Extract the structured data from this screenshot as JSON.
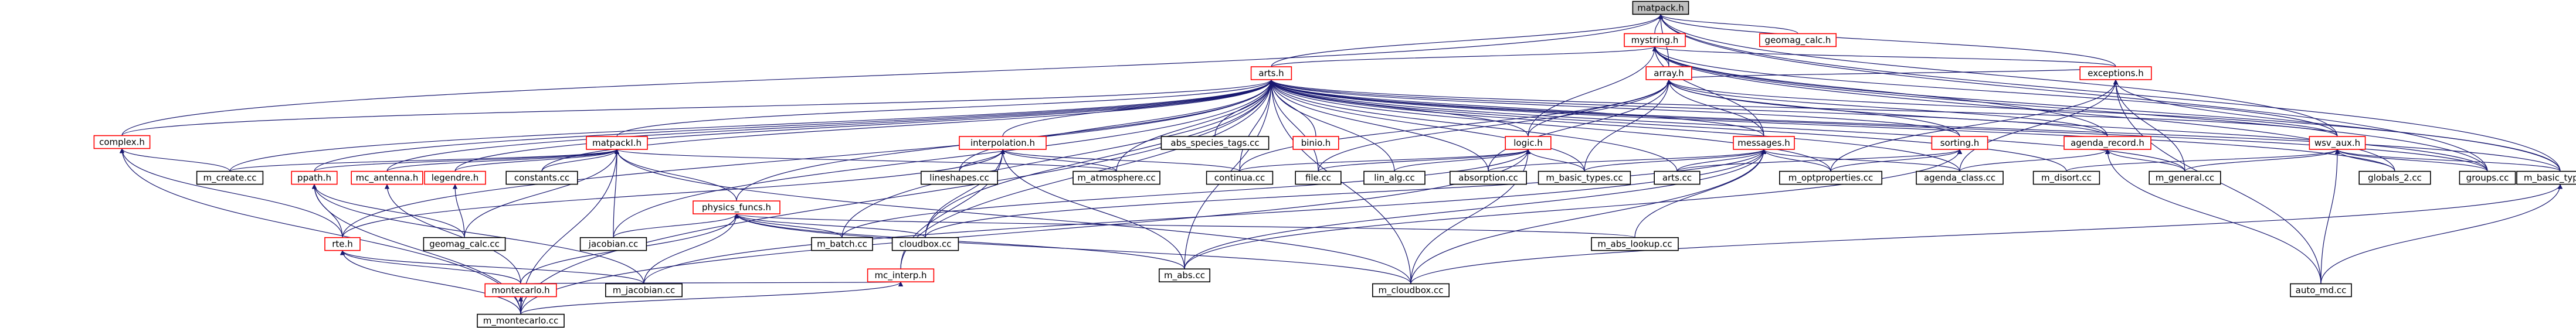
{
  "diagram": {
    "colors": {
      "edge": "#191970",
      "node_border_black": "#000000",
      "node_border_red": "#ff0000",
      "focus_fill": "#bfbfbf",
      "node_fill": "#ffffff",
      "text": "#000000"
    },
    "nodes": [
      {
        "id": "matpack_h_top",
        "label": "matpack.h",
        "style": "focus"
      },
      {
        "id": "geomag_calc_h",
        "label": "geomag_calc.h",
        "style": "red"
      },
      {
        "id": "mystring_h",
        "label": "mystring.h",
        "style": "red"
      },
      {
        "id": "arts_h",
        "label": "arts.h",
        "style": "red"
      },
      {
        "id": "array_h",
        "label": "array.h",
        "style": "red"
      },
      {
        "id": "exceptions_h",
        "label": "exceptions.h",
        "style": "red"
      },
      {
        "id": "complex_h",
        "label": "complex.h",
        "style": "red"
      },
      {
        "id": "matpackI_h",
        "label": "matpackI.h",
        "style": "red"
      },
      {
        "id": "abs_species_tags_cc",
        "label": "abs_species_tags.cc",
        "style": "black"
      },
      {
        "id": "binio_h",
        "label": "binio.h",
        "style": "red"
      },
      {
        "id": "interpolation_h",
        "label": "interpolation.h",
        "style": "red"
      },
      {
        "id": "logic_h",
        "label": "logic.h",
        "style": "red"
      },
      {
        "id": "messages_h",
        "label": "messages.h",
        "style": "red"
      },
      {
        "id": "sorting_h",
        "label": "sorting.h",
        "style": "red"
      },
      {
        "id": "agenda_record_h",
        "label": "agenda_record.h",
        "style": "red"
      },
      {
        "id": "wsv_aux_h",
        "label": "wsv_aux.h",
        "style": "red"
      },
      {
        "id": "m_create_cc",
        "label": "m_create.cc",
        "style": "black"
      },
      {
        "id": "ppath_h",
        "label": "ppath.h",
        "style": "red"
      },
      {
        "id": "mc_antenna_h",
        "label": "mc_antenna.h",
        "style": "red"
      },
      {
        "id": "legendre_h",
        "label": "legendre.h",
        "style": "red"
      },
      {
        "id": "constants_cc",
        "label": "constants.cc",
        "style": "black"
      },
      {
        "id": "physics_funcs_h",
        "label": "physics_funcs.h",
        "style": "red"
      },
      {
        "id": "lineshapes_cc",
        "label": "lineshapes.cc",
        "style": "black"
      },
      {
        "id": "m_atmosphere_cc",
        "label": "m_atmosphere.cc",
        "style": "black"
      },
      {
        "id": "continua_cc",
        "label": "continua.cc",
        "style": "black"
      },
      {
        "id": "file_cc",
        "label": "file.cc",
        "style": "black"
      },
      {
        "id": "lin_alg_cc",
        "label": "lin_alg.cc",
        "style": "black"
      },
      {
        "id": "absorption_cc",
        "label": "absorption.cc",
        "style": "black"
      },
      {
        "id": "m_basic_types_cc",
        "label": "m_basic_types.cc",
        "style": "black"
      },
      {
        "id": "arts_cc",
        "label": "arts.cc",
        "style": "black"
      },
      {
        "id": "m_optproperties_cc",
        "label": "m_optproperties.cc",
        "style": "black"
      },
      {
        "id": "agenda_class_cc",
        "label": "agenda_class.cc",
        "style": "black"
      },
      {
        "id": "m_disort_cc",
        "label": "m_disort.cc",
        "style": "black"
      },
      {
        "id": "m_general_cc",
        "label": "m_general.cc",
        "style": "black"
      },
      {
        "id": "globals_2_cc",
        "label": "globals_2.cc",
        "style": "black"
      },
      {
        "id": "groups_cc",
        "label": "groups.cc",
        "style": "black"
      },
      {
        "id": "m_basic_types_h",
        "label": "m_basic_types.h",
        "style": "black"
      },
      {
        "id": "rte_h",
        "label": "rte.h",
        "style": "red"
      },
      {
        "id": "geomag_calc_cc",
        "label": "geomag_calc.cc",
        "style": "black"
      },
      {
        "id": "jacobian_cc",
        "label": "jacobian.cc",
        "style": "black"
      },
      {
        "id": "m_batch_cc",
        "label": "m_batch.cc",
        "style": "black"
      },
      {
        "id": "cloudbox_cc",
        "label": "cloudbox.cc",
        "style": "black"
      },
      {
        "id": "mc_interp_h",
        "label": "mc_interp.h",
        "style": "red"
      },
      {
        "id": "m_abs_cc",
        "label": "m_abs.cc",
        "style": "black"
      },
      {
        "id": "m_abs_lookup_cc",
        "label": "m_abs_lookup.cc",
        "style": "black"
      },
      {
        "id": "montecarlo_h",
        "label": "montecarlo.h",
        "style": "red"
      },
      {
        "id": "m_jacobian_cc",
        "label": "m_jacobian.cc",
        "style": "black"
      },
      {
        "id": "m_cloudbox_cc",
        "label": "m_cloudbox.cc",
        "style": "black"
      },
      {
        "id": "auto_md_cc",
        "label": "auto_md.cc",
        "style": "black"
      },
      {
        "id": "m_montecarlo_cc",
        "label": "m_montecarlo.cc",
        "style": "black"
      }
    ],
    "edges": [
      [
        "geomag_calc_h",
        "matpack_h_top"
      ],
      [
        "mystring_h",
        "matpack_h_top"
      ],
      [
        "arts_h",
        "matpack_h_top"
      ],
      [
        "complex_h",
        "matpack_h_top"
      ],
      [
        "array_h",
        "matpack_h_top"
      ],
      [
        "exceptions_h",
        "matpack_h_top"
      ],
      [
        "groups_cc",
        "matpack_h_top"
      ],
      [
        "m_basic_types_h",
        "matpack_h_top"
      ],
      [
        "wsv_aux_h",
        "matpack_h_top"
      ],
      [
        "arts_h",
        "mystring_h"
      ],
      [
        "array_h",
        "mystring_h"
      ],
      [
        "exceptions_h",
        "mystring_h"
      ],
      [
        "logic_h",
        "mystring_h"
      ],
      [
        "messages_h",
        "mystring_h"
      ],
      [
        "agenda_record_h",
        "mystring_h"
      ],
      [
        "wsv_aux_h",
        "mystring_h"
      ],
      [
        "groups_cc",
        "mystring_h"
      ],
      [
        "m_basic_types_h",
        "mystring_h"
      ],
      [
        "globals_2_cc",
        "mystring_h"
      ],
      [
        "m_create_cc",
        "arts_h"
      ],
      [
        "complex_h",
        "arts_h"
      ],
      [
        "matpackI_h",
        "arts_h"
      ],
      [
        "abs_species_tags_cc",
        "arts_h"
      ],
      [
        "binio_h",
        "arts_h"
      ],
      [
        "interpolation_h",
        "arts_h"
      ],
      [
        "logic_h",
        "arts_h"
      ],
      [
        "messages_h",
        "arts_h"
      ],
      [
        "sorting_h",
        "arts_h"
      ],
      [
        "agenda_record_h",
        "arts_h"
      ],
      [
        "wsv_aux_h",
        "arts_h"
      ],
      [
        "ppath_h",
        "arts_h"
      ],
      [
        "mc_antenna_h",
        "arts_h"
      ],
      [
        "legendre_h",
        "arts_h"
      ],
      [
        "constants_cc",
        "arts_h"
      ],
      [
        "physics_funcs_h",
        "arts_h"
      ],
      [
        "lineshapes_cc",
        "arts_h"
      ],
      [
        "m_atmosphere_cc",
        "arts_h"
      ],
      [
        "continua_cc",
        "arts_h"
      ],
      [
        "file_cc",
        "arts_h"
      ],
      [
        "lin_alg_cc",
        "arts_h"
      ],
      [
        "absorption_cc",
        "arts_h"
      ],
      [
        "m_basic_types_cc",
        "arts_h"
      ],
      [
        "arts_cc",
        "arts_h"
      ],
      [
        "m_optproperties_cc",
        "arts_h"
      ],
      [
        "agenda_class_cc",
        "arts_h"
      ],
      [
        "m_disort_cc",
        "arts_h"
      ],
      [
        "m_general_cc",
        "arts_h"
      ],
      [
        "globals_2_cc",
        "arts_h"
      ],
      [
        "groups_cc",
        "arts_h"
      ],
      [
        "m_basic_types_h",
        "arts_h"
      ],
      [
        "m_batch_cc",
        "arts_h"
      ],
      [
        "cloudbox_cc",
        "arts_h"
      ],
      [
        "m_abs_cc",
        "arts_h"
      ],
      [
        "m_cloudbox_cc",
        "arts_h"
      ],
      [
        "m_montecarlo_cc",
        "arts_h"
      ],
      [
        "rte_h",
        "arts_h"
      ],
      [
        "jacobian_cc",
        "arts_h"
      ],
      [
        "mc_interp_h",
        "arts_h"
      ],
      [
        "exceptions_h",
        "array_h"
      ],
      [
        "logic_h",
        "array_h"
      ],
      [
        "messages_h",
        "array_h"
      ],
      [
        "sorting_h",
        "array_h"
      ],
      [
        "agenda_record_h",
        "array_h"
      ],
      [
        "wsv_aux_h",
        "array_h"
      ],
      [
        "m_basic_types_cc",
        "array_h"
      ],
      [
        "file_cc",
        "array_h"
      ],
      [
        "continua_cc",
        "array_h"
      ],
      [
        "absorption_cc",
        "array_h"
      ],
      [
        "groups_cc",
        "array_h"
      ],
      [
        "agenda_class_cc",
        "exceptions_h"
      ],
      [
        "m_general_cc",
        "exceptions_h"
      ],
      [
        "auto_md_cc",
        "exceptions_h"
      ],
      [
        "m_basic_types_h",
        "exceptions_h"
      ],
      [
        "m_optproperties_cc",
        "exceptions_h"
      ],
      [
        "m_create_cc",
        "complex_h"
      ],
      [
        "rte_h",
        "complex_h"
      ],
      [
        "m_montecarlo_cc",
        "complex_h"
      ],
      [
        "ppath_h",
        "matpackI_h"
      ],
      [
        "mc_antenna_h",
        "matpackI_h"
      ],
      [
        "legendre_h",
        "matpackI_h"
      ],
      [
        "constants_cc",
        "matpackI_h"
      ],
      [
        "physics_funcs_h",
        "matpackI_h"
      ],
      [
        "geomag_calc_cc",
        "matpackI_h"
      ],
      [
        "jacobian_cc",
        "matpackI_h"
      ],
      [
        "m_cloudbox_cc",
        "matpackI_h"
      ],
      [
        "m_atmosphere_cc",
        "matpackI_h"
      ],
      [
        "m_montecarlo_cc",
        "matpackI_h"
      ],
      [
        "m_create_cc",
        "matpackI_h"
      ],
      [
        "lineshapes_cc",
        "interpolation_h"
      ],
      [
        "m_atmosphere_cc",
        "interpolation_h"
      ],
      [
        "continua_cc",
        "interpolation_h"
      ],
      [
        "cloudbox_cc",
        "interpolation_h"
      ],
      [
        "mc_interp_h",
        "interpolation_h"
      ],
      [
        "rte_h",
        "interpolation_h"
      ],
      [
        "m_abs_cc",
        "interpolation_h"
      ],
      [
        "file_cc",
        "logic_h"
      ],
      [
        "lin_alg_cc",
        "logic_h"
      ],
      [
        "continua_cc",
        "logic_h"
      ],
      [
        "m_basic_types_cc",
        "logic_h"
      ],
      [
        "m_cloudbox_cc",
        "logic_h"
      ],
      [
        "m_montecarlo_cc",
        "logic_h"
      ],
      [
        "m_batch_cc",
        "logic_h"
      ],
      [
        "absorption_cc",
        "messages_h"
      ],
      [
        "m_basic_types_cc",
        "messages_h"
      ],
      [
        "arts_cc",
        "messages_h"
      ],
      [
        "m_optproperties_cc",
        "messages_h"
      ],
      [
        "agenda_class_cc",
        "messages_h"
      ],
      [
        "m_abs_lookup_cc",
        "messages_h"
      ],
      [
        "m_abs_cc",
        "messages_h"
      ],
      [
        "cloudbox_cc",
        "messages_h"
      ],
      [
        "m_cloudbox_cc",
        "messages_h"
      ],
      [
        "m_jacobian_cc",
        "messages_h"
      ],
      [
        "arts_cc",
        "sorting_h"
      ],
      [
        "m_optproperties_cc",
        "sorting_h"
      ],
      [
        "m_abs_cc",
        "sorting_h"
      ],
      [
        "agenda_class_cc",
        "agenda_record_h"
      ],
      [
        "m_general_cc",
        "agenda_record_h"
      ],
      [
        "auto_md_cc",
        "agenda_record_h"
      ],
      [
        "m_disort_cc",
        "wsv_aux_h"
      ],
      [
        "m_general_cc",
        "wsv_aux_h"
      ],
      [
        "globals_2_cc",
        "wsv_aux_h"
      ],
      [
        "groups_cc",
        "wsv_aux_h"
      ],
      [
        "auto_md_cc",
        "wsv_aux_h"
      ],
      [
        "m_basic_types_h",
        "wsv_aux_h"
      ],
      [
        "rte_h",
        "ppath_h"
      ],
      [
        "geomag_calc_cc",
        "ppath_h"
      ],
      [
        "m_jacobian_cc",
        "ppath_h"
      ],
      [
        "m_montecarlo_cc",
        "ppath_h"
      ],
      [
        "montecarlo_h",
        "mc_antenna_h"
      ],
      [
        "geomag_calc_cc",
        "legendre_h"
      ],
      [
        "jacobian_cc",
        "physics_funcs_h"
      ],
      [
        "m_batch_cc",
        "physics_funcs_h"
      ],
      [
        "cloudbox_cc",
        "physics_funcs_h"
      ],
      [
        "m_abs_cc",
        "physics_funcs_h"
      ],
      [
        "montecarlo_h",
        "physics_funcs_h"
      ],
      [
        "m_jacobian_cc",
        "physics_funcs_h"
      ],
      [
        "m_cloudbox_cc",
        "physics_funcs_h"
      ],
      [
        "m_abs_lookup_cc",
        "physics_funcs_h"
      ],
      [
        "montecarlo_h",
        "rte_h"
      ],
      [
        "m_jacobian_cc",
        "rte_h"
      ],
      [
        "m_montecarlo_cc",
        "rte_h"
      ],
      [
        "montecarlo_h",
        "mc_interp_h"
      ],
      [
        "m_montecarlo_cc",
        "mc_interp_h"
      ],
      [
        "m_montecarlo_cc",
        "montecarlo_h"
      ],
      [
        "auto_md_cc",
        "m_basic_types_h"
      ],
      [
        "m_cloudbox_cc",
        "m_basic_types_h"
      ]
    ]
  }
}
